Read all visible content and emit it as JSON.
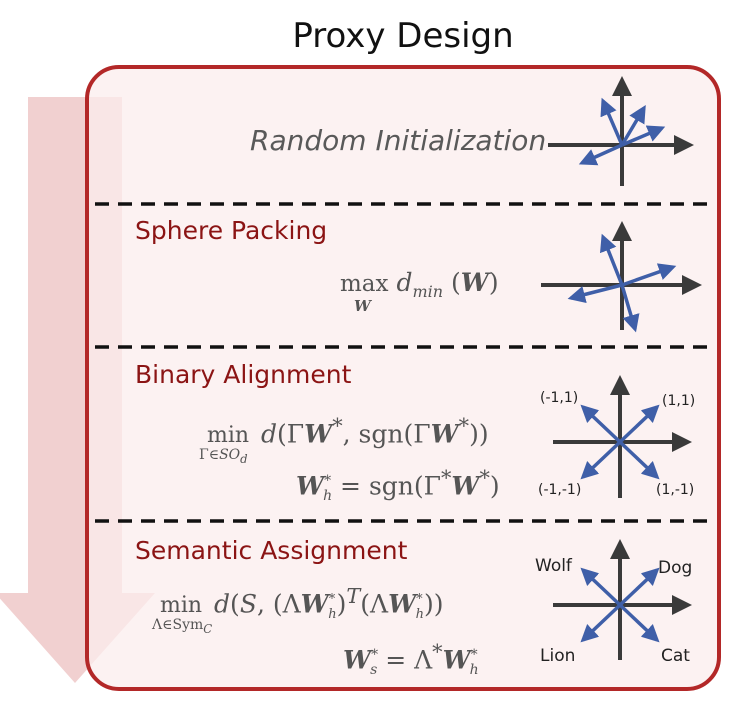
{
  "title": "Proxy Design",
  "sections": [
    {
      "title": "",
      "label": "Random Initialization"
    },
    {
      "title": "Sphere Packing",
      "formula_text": "max_W d_min(W)"
    },
    {
      "title": "Binary Alignment",
      "formula_text": "min_{Γ∈SO_d} d(ΓW*, sgn(ΓW*))",
      "formula2_text": "W*_h = sgn(Γ*W*)",
      "quadrant_labels": [
        "(-1,1)",
        "(1,1)",
        "(-1,-1)",
        "(1,-1)"
      ]
    },
    {
      "title": "Semantic Assignment",
      "formula_text": "min_{Λ∈Sym_C} d(S, (ΛW*_h)^T (ΛW*_h))",
      "formula2_text": "W*_s = Λ*W*_h",
      "class_labels": [
        "Wolf",
        "Dog",
        "Lion",
        "Cat"
      ]
    }
  ],
  "colors": {
    "border": "#b32828",
    "panel_fill": "#fbeeed",
    "arrow_fill": "#efcbcb",
    "vector": "#3f5fa8",
    "axis": "#3a3a3a"
  }
}
